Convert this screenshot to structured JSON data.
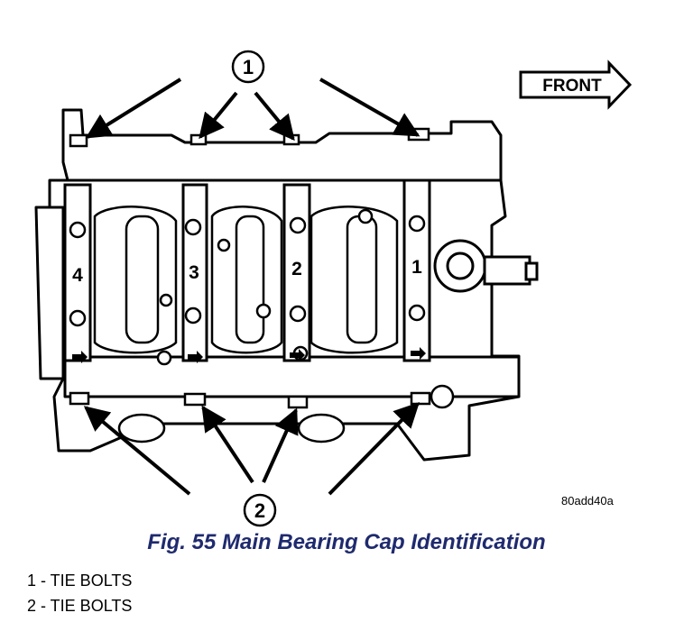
{
  "figure": {
    "front_label": "FRONT",
    "callouts": [
      {
        "number": "1",
        "meaning": "TIE BOLTS"
      },
      {
        "number": "2",
        "meaning": "TIE BOLTS"
      }
    ],
    "bearing_cap_numbers": [
      "4",
      "3",
      "2",
      "1"
    ],
    "figure_code": "80add40a"
  },
  "caption": "Fig. 55 Main Bearing Cap Identification",
  "legend": [
    {
      "text": "1 - TIE BOLTS"
    },
    {
      "text": "2 - TIE BOLTS"
    }
  ]
}
